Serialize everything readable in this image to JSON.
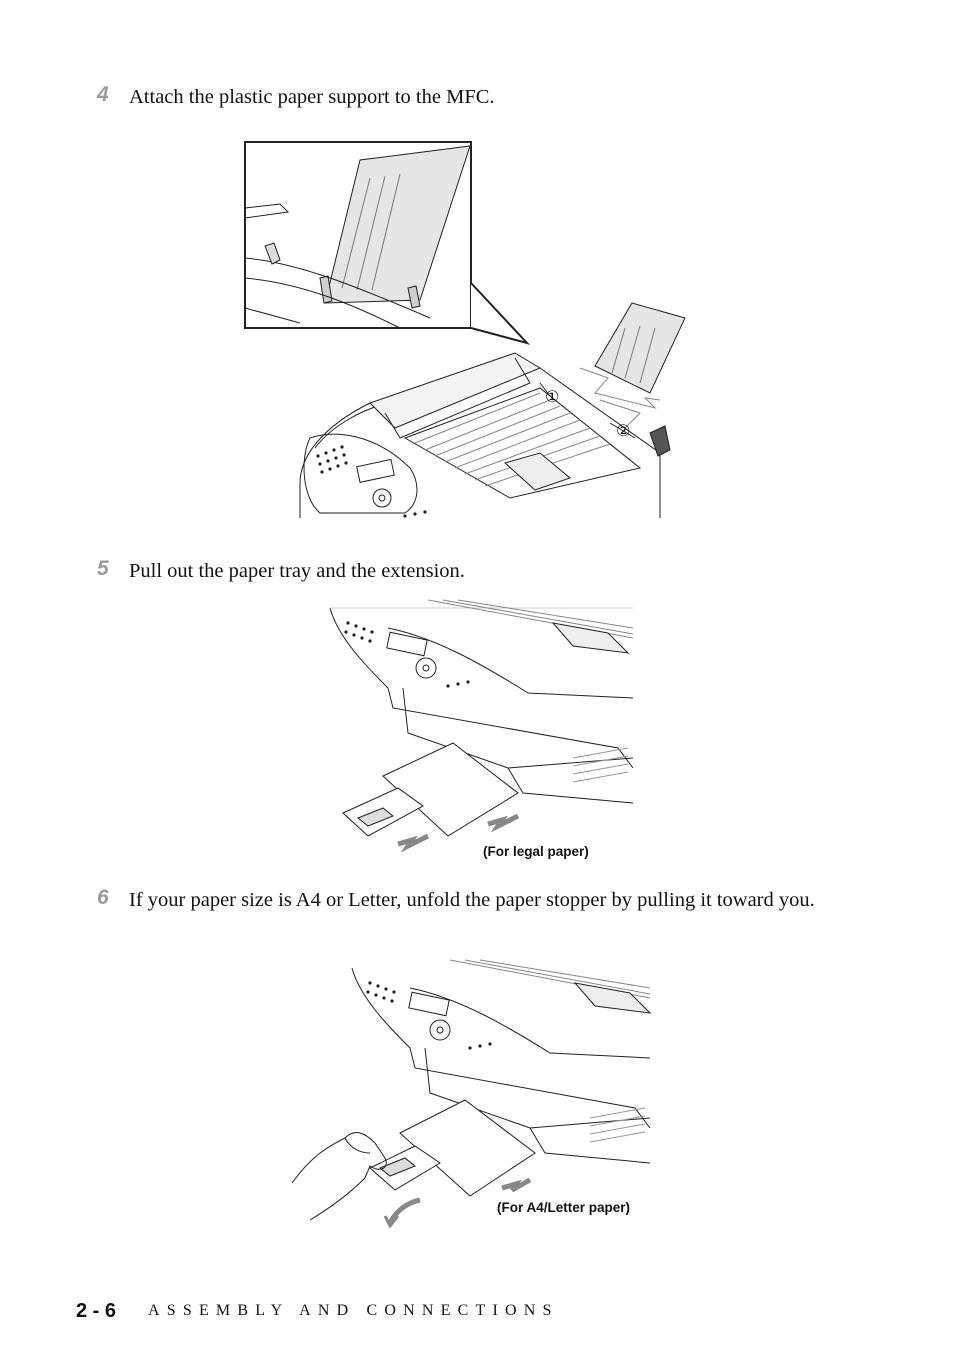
{
  "steps": [
    {
      "number": "4",
      "text": "Attach the plastic paper support to the MFC."
    },
    {
      "number": "5",
      "text": "Pull out the paper tray and the extension."
    },
    {
      "number": "6",
      "text": "If your paper size is A4 or Letter, unfold the paper stopper by pulling it toward you."
    }
  ],
  "figures": {
    "support": {
      "callout_1": "①",
      "callout_2": "②"
    },
    "legal": {
      "caption": "(For legal paper)"
    },
    "a4": {
      "caption": "(For A4/Letter paper)"
    }
  },
  "footer": {
    "page": "2 - 6",
    "section": "ASSEMBLY AND CONNECTIONS"
  }
}
